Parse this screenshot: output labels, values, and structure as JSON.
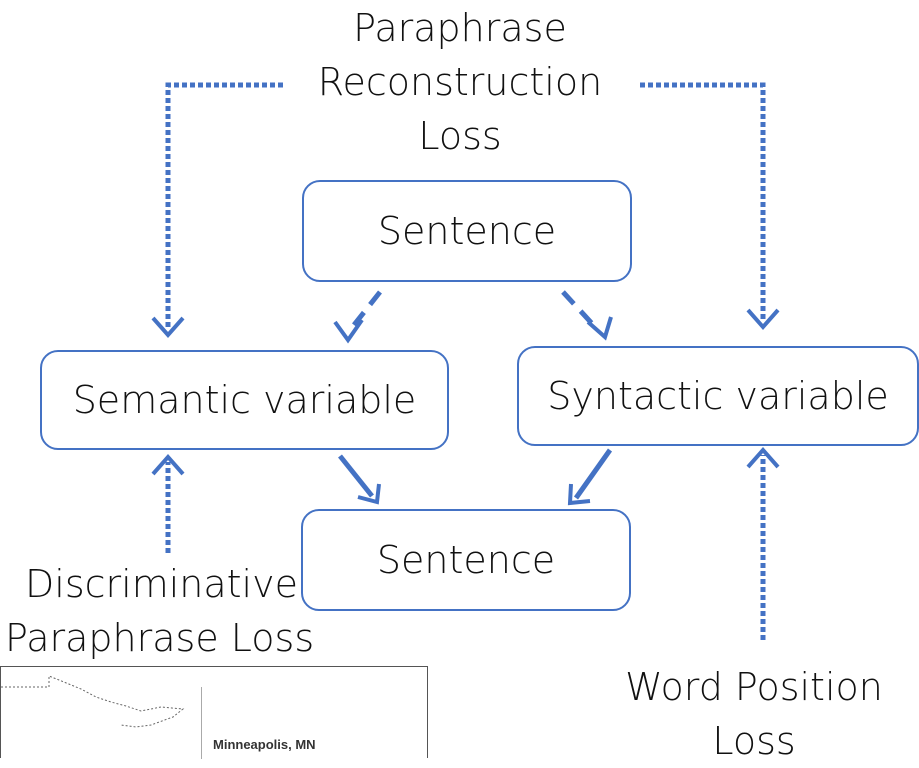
{
  "labels": {
    "paraphrase_reconstruction_loss": [
      "Paraphrase",
      "Reconstruction",
      "Loss"
    ],
    "discriminative_paraphrase_loss": [
      "Discriminative",
      "Paraphrase Loss"
    ],
    "word_position_loss": [
      "Word Position",
      "Loss"
    ]
  },
  "nodes": {
    "sentence_top": "Sentence",
    "semantic_variable": "Semantic variable",
    "syntactic_variable": "Syntactic variable",
    "sentence_bottom": "Sentence"
  },
  "inset": {
    "city": "Minneapolis, MN"
  },
  "colors": {
    "arrow": "#4472c4",
    "border": "#4472c4"
  }
}
